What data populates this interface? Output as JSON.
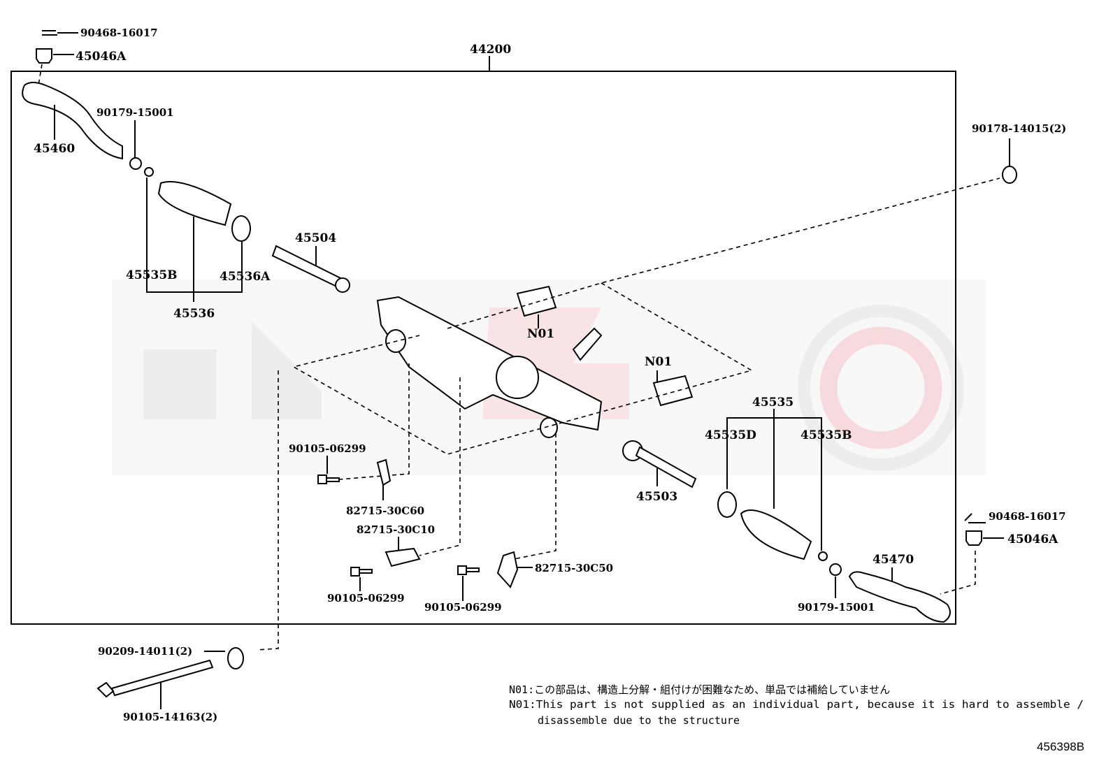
{
  "diagram": {
    "assembly": "44200",
    "labels": {
      "cotter_pin_left": "90468-16017",
      "nut_left": "45046A",
      "tie_rod_end_left": "45460",
      "nut_washer_left": "90179-15001",
      "clip_right_top": "90178-14015(2)",
      "rack_end_left": "45504",
      "clamp_left": "45535B",
      "clamp_boot_left": "45536A",
      "boot_left_set": "45536",
      "n01_a": "N01",
      "n01_b": "N01",
      "boot_right_set": "45535",
      "clamp_right_d": "45535D",
      "clamp_right_b": "45535B",
      "bolt_1": "90105-06299",
      "bracket_c60": "82715-30C60",
      "rack_end_right": "45503",
      "bracket_c10": "82715-30C10",
      "cotter_pin_right": "90468-16017",
      "nut_right": "45046A",
      "tie_rod_end_right": "45470",
      "bracket_c50": "82715-30C50",
      "bolt_2": "90105-06299",
      "bolt_3": "90105-06299",
      "nut_washer_right": "90179-15001",
      "washer": "90209-14011(2)",
      "long_bolt": "90105-14163(2)"
    },
    "notes": {
      "jp": "N01:この部品は、構造上分解・組付けが困難なため、単品では補給していません",
      "en_line1": "N01:This part is not supplied as an individual part, because it is hard to assemble /",
      "en_line2": "disassemble due to the structure"
    },
    "figure_code": "456398B"
  }
}
